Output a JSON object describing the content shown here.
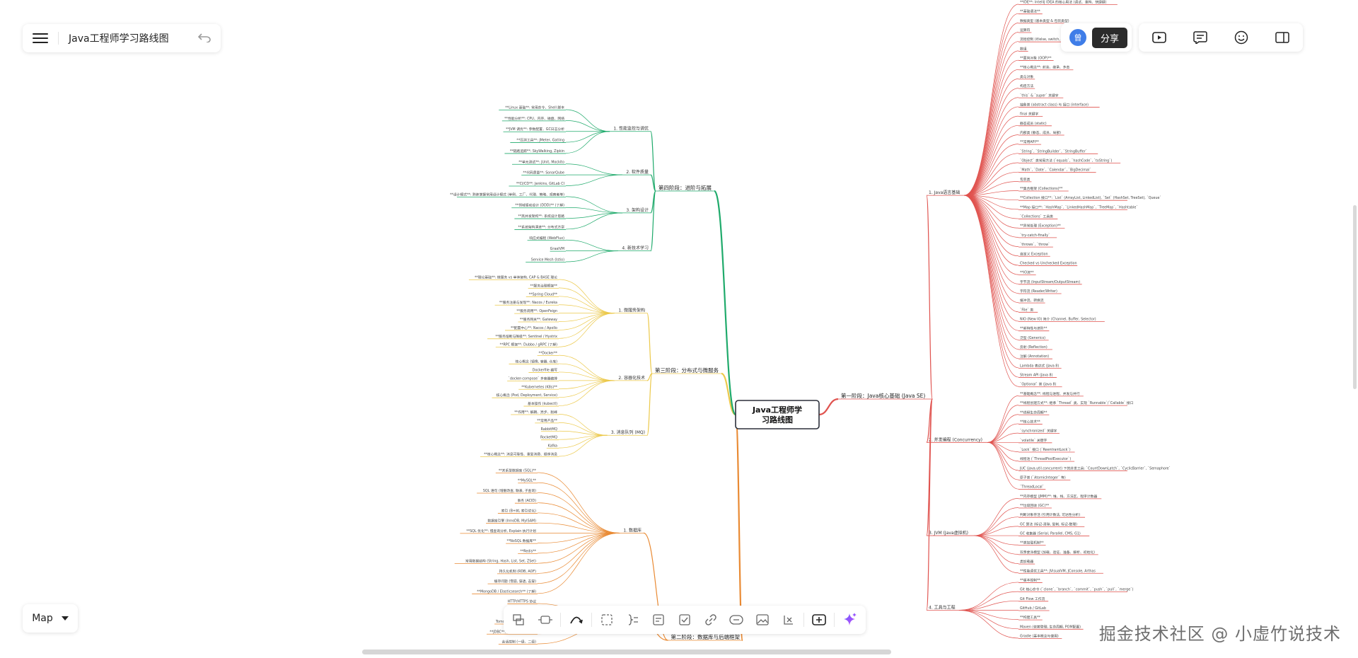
{
  "document": {
    "title": "Java工程师学习路线图"
  },
  "header": {
    "avatar_text": "曾",
    "share_label": "分享"
  },
  "header_icons": [
    "play-icon",
    "outline-icon",
    "emoji-icon",
    "sidebar-icon"
  ],
  "view": {
    "mode_label": "Map"
  },
  "toolbar_icons": [
    "connect-icon",
    "boundary-icon",
    "curve-icon",
    "summary-icon",
    "bracket-icon",
    "note-icon",
    "task-icon",
    "link-icon",
    "comment-icon",
    "image-icon",
    "formula-icon",
    "insert-icon",
    "ai-icon"
  ],
  "watermark": "掘金技术社区 @ 小虚竹说技术",
  "colors": {
    "stage1": "#e0534f",
    "stage2": "#e98a33",
    "stage3": "#ecc94b",
    "stage4": "#1faa6b"
  },
  "mindmap": {
    "root": "Java工程师学习路线图",
    "branches": [
      {
        "label": "第一阶段：Java核心基础 (Java SE)",
        "color_key": "stage1",
        "children": [
          {
            "label": "1. Java语言基础",
            "leaves": [
              "**IDE**: IntelliJ IDEA 的核心用法 (调试、重构、快捷键)",
              "**基础语法**",
              "数据类型 (基本类型 & 包装类型)",
              "运算符",
              "流程控制 (if/else, switch, for, while)",
              "数组",
              "**面向对象 (OOP)**",
              "**核心概念**: 封装、继承、多态",
              "类与对象",
              "构造方法",
              "`this` & `super` 关键字",
              "抽象类 (abstract class) 与 接口 (interface)",
              "final 关键字",
              "静态成员 (static)",
              "内部类 (静态、成员、局部)",
              "**常用API**",
              "`String`, `StringBuilder`, `StringBuffer`",
              "`Object` 类常用方法 (`equals`, `hashCode`, `toString`)",
              "`Math`, `Date`, `Calendar`, `BigDecimal`",
              "包装类",
              "**集合框架 (Collections)**",
              "**Collection 接口**: `List` (ArrayList, LinkedList), `Set` (HashSet, TreeSet), `Queue`",
              "**Map 接口**: `HashMap`, `LinkedHashMap`, `TreeMap`, `Hashtable`",
              "`Collections` 工具类",
              "**异常处理 (Exception)**",
              "`try-catch-finally`",
              "`throws`, `throw`",
              "自定义 Exception",
              "Checked vs Unchecked Exception",
              "**IO流**",
              "字节流 (InputStream/OutputStream)",
              "字符流 (Reader/Writer)",
              "缓冲流、转换流",
              "`File` 类",
              "NIO (New IO) 简介 (Channel, Buffer, Selector)",
              "**新特性与进阶**",
              "泛型 (Generics)",
              "反射 (Reflection)",
              "注解 (Annotation)",
              "Lambda 表达式 (Java 8)",
              "Stream API (Java 8)",
              "`Optional` 类 (Java 8)"
            ]
          },
          {
            "label": "2. 并发编程 (Concurrency)",
            "leaves": [
              "**基础概念**: 线程与进程、并发与并行",
              "**线程创建方式**: 继承 `Thread` 类、实现 `Runnable`/`Callable` 接口",
              "**线程生命周期**",
              "**核心技术**",
              "`synchronized` 关键字",
              "`volatile` 关键字",
              "`Lock` 接口 (`ReentrantLock`)",
              "线程池 (`ThreadPoolExecutor`)",
              "JUC (java.util.concurrent) 下的并发工具: `CountDownLatch`, `CyclicBarrier`, `Semaphore`",
              "原子类 (`AtomicInteger` 等)",
              "`ThreadLocal`"
            ]
          },
          {
            "label": "3. JVM (Java虚拟机)",
            "leaves": [
              "**内存模型 (JMM)**: 堆、栈、方法区、程序计数器",
              "**垃圾回收 (GC)**",
              "判断对象存活 (引用计数法, 可达性分析)",
              "GC 算法 (标记-清除, 复制, 标记-整理)",
              "GC 收集器 (Serial, Parallel, CMS, G1)",
              "**类加载机制**",
              "双亲委派模型 (加载、验证、准备、解析、初始化)",
              "类加载器",
              "**性能调优工具**: JVisualVM, JConsole, Arthas"
            ]
          },
          {
            "label": "4. 工具与工程",
            "leaves": [
              "**版本控制**",
              "Git 核心命令 (`clone`, `branch`, `commit`, `push`, `pull`, `merge`)",
              "Git Flow 工作流",
              "GitHub / GitLab",
              "**构建工具**",
              "Maven (依赖管理, 生命周期, POM配置)",
              "Gradle (基本概念与使用)"
            ]
          }
        ]
      },
      {
        "label": "第二阶段：数据库与后端框架",
        "color_key": "stage2",
        "children": [
          {
            "label": "1. 数据库",
            "leaves": [
              "**关系型数据库 (SQL)**",
              "**MySQL**",
              "SQL 语句 (增删改查, 联表, 子查询)",
              "事务 (ACID)",
              "索引 (B+树, 索引优化)",
              "数据库引擎 (InnoDB, MyISAM)",
              "**SQL 优化**: 慢查询分析, Explain 执行计划",
              "**NoSQL 数据库**",
              "**Redis**",
              "常用数据结构 (String, Hash, List, Set, ZSet)",
              "持久化机制 (RDB, AOF)",
              "缓存问题 (雪崩, 穿透, 击穿)",
              "**MongoDB / Elasticsearch** (了解)"
            ]
          },
          {
            "label": "2. Web基础",
            "leaves": [
              "HTTP/HTTPS 协议",
              "Servlet 规范",
              "Tomcat 服务器配置与部署",
              "**JDBC**: 核心API与使用方法",
              "会话控制 (一级、二级)"
            ]
          }
        ]
      },
      {
        "label": "第三阶段：分布式与微服务",
        "color_key": "stage3",
        "children": [
          {
            "label": "1. 微服务架构",
            "leaves": [
              "**理论基础**: 微服务 vs 单体架构, CAP & BASE 理论",
              "**服务治理框架**",
              "**Spring Cloud**",
              "**服务注册与发现**: Nacos / Eureka",
              "**服务调用**: OpenFeign",
              "**服务网关**: Gateway",
              "**配置中心**: Nacos / Apollo",
              "**服务熔断与降级**: Sentinel / Hystrix",
              "**RPC 框架**: Dubbo / gRPC (了解)"
            ]
          },
          {
            "label": "2. 容器化技术",
            "leaves": [
              "**Docker**",
              "核心概念 (镜像, 容器, 仓库)",
              "Dockerfile 编写",
              "`docker-compose` 多容器编排",
              "**Kubernetes (K8s)**",
              "核心概念 (Pod, Deployment, Service)",
              "基本操作 (kubectl)"
            ]
          },
          {
            "label": "3. 消息队列 (MQ)",
            "leaves": [
              "**作用**: 解耦、异步、削峰",
              "**常用产品**",
              "RabbitMQ",
              "RocketMQ",
              "Kafka",
              "**核心概念**: 消息可靠性、重复消费、顺序消息"
            ]
          }
        ]
      },
      {
        "label": "第四阶段：进阶与拓展",
        "color_key": "stage4",
        "children": [
          {
            "label": "1. 性能监控与调优",
            "leaves": [
              "**Linux 基础**: 常用命令、Shell 脚本",
              "**性能分析**: CPU、内存、磁盘、网络",
              "**JVM 调优**: 参数配置、GC日志分析",
              "**压测工具**: JMeter, Gatling",
              "**链路追踪**: SkyWalking, Zipkin"
            ]
          },
          {
            "label": "2. 软件质量",
            "leaves": [
              "**单元测试**: JUnit, Mockito",
              "**代码质量**: SonarQube",
              "**CI/CD**: Jenkins, GitLab CI"
            ]
          },
          {
            "label": "3. 架构设计",
            "leaves": [
              "**设计模式**: 熟练掌握常用设计模式 (单例、工厂、代理、策略、观察者等)",
              "**领域驱动设计 (DDD)** (了解)",
              "**高并发架构**: 系统设计思路",
              "**系统架构演进**: 分布式方案"
            ]
          },
          {
            "label": "4. 新技术学习",
            "leaves": [
              "响应式编程 (WebFlux)",
              "GraalVM",
              "Service Mesh (Istio)"
            ]
          }
        ]
      }
    ]
  }
}
